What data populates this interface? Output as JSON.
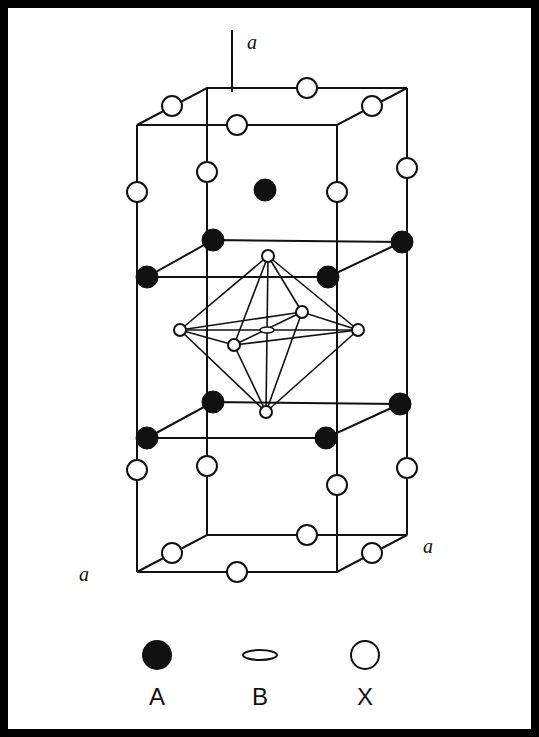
{
  "diagram": {
    "labels": [
      "a",
      "a",
      "a"
    ],
    "legend": [
      {
        "text": "A"
      },
      {
        "text": "B"
      },
      {
        "text": "X"
      }
    ]
  }
}
